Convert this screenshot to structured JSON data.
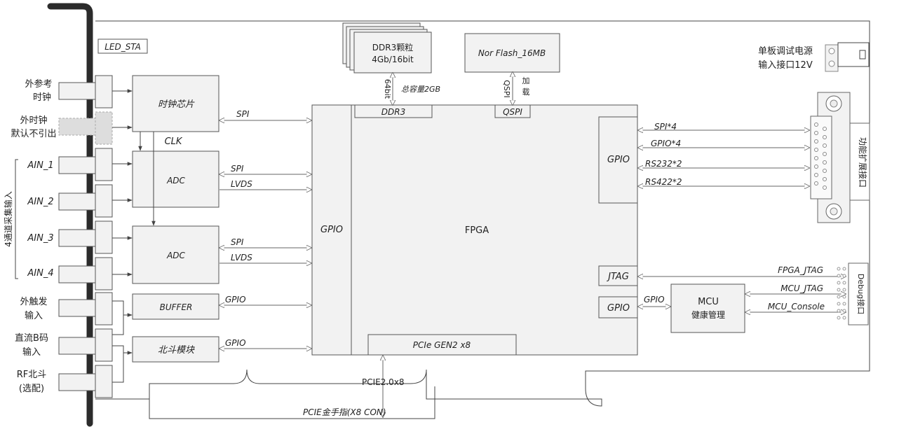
{
  "left_labels": {
    "ext_ref_1": "外参考",
    "ext_ref_2": "时钟",
    "ext_clk_1": "外时钟",
    "ext_clk_2": "默认不引出",
    "ain1": "AIN_1",
    "ain2": "AIN_2",
    "ain3": "AIN_3",
    "ain4": "AIN_4",
    "group_4ch": "4通道采集输入",
    "trig_1": "外触发",
    "trig_2": "输入",
    "irigb_1": "直流B码",
    "irigb_2": "输入",
    "rf_1": "RF北斗",
    "rf_2": "(选配)"
  },
  "blocks": {
    "led": "LED_STA",
    "clock_chip": "时钟芯片",
    "clk": "CLK",
    "adc1": "ADC",
    "adc2": "ADC",
    "buffer": "BUFFER",
    "beidou": "北斗模块",
    "fpga": "FPGA",
    "gpio_left": "GPIO",
    "gpio_right": "GPIO",
    "jtag": "JTAG",
    "gpio_mcu": "GPIO",
    "mcu_1": "MCU",
    "mcu_2": "健康管理",
    "ddr3_chip_1": "DDR3颗粒",
    "ddr3_chip_2": "4Gb/16bit",
    "ddr3_port": "DDR3",
    "norflash": "Nor Flash_16MB",
    "qspi_port": "QSPI",
    "pcie_block": "PCIe GEN2 x8",
    "power_1": "单板调试电源",
    "power_2": "输入接口12V",
    "func_ext": "功能扩展接口",
    "debug": "Debug接口"
  },
  "signals": {
    "spi_clk": "SPI",
    "spi_adc1": "SPI",
    "lvds_adc1": "LVDS",
    "spi_adc2": "SPI",
    "lvds_adc2": "LVDS",
    "gpio_buffer": "GPIO",
    "gpio_beidou": "GPIO",
    "bit64": "64bit",
    "total_cap": "总容量2GB",
    "qspi_v": "QSPI",
    "load_1": "加",
    "load_2": "载",
    "spi4": "SPI*4",
    "gpio4": "GPIO*4",
    "rs232": "RS232*2",
    "rs422": "RS422*2",
    "fpga_jtag": "FPGA_JTAG",
    "gpio_mcu_sig": "GPIO",
    "mcu_jtag": "MCU_JTAG",
    "mcu_console": "MCU_Console",
    "pcie20": "PCIE2.0x8",
    "goldfinger": "PCIE金手指(X8 CON)"
  }
}
